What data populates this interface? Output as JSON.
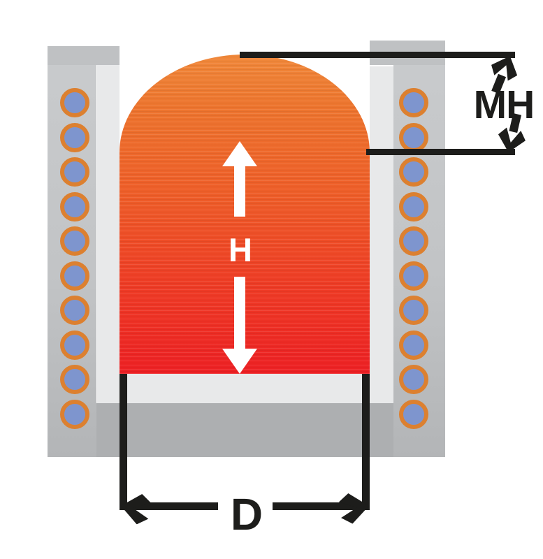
{
  "diagram": {
    "description": "Cross-section of a coreless induction furnace showing the molten metal bath with meniscus",
    "labels": {
      "meniscus_height": "MH",
      "bath_height": "H",
      "bath_diameter": "D"
    },
    "coil": {
      "turns_per_side": 10,
      "sides": [
        "left",
        "right"
      ]
    },
    "colors": {
      "melt_gradient_top": "#f0883a",
      "melt_gradient_mid": "#ee5c28",
      "melt_gradient_bottom": "#ed2024",
      "coil_ring": "#dc8030",
      "coil_core": "#7e95ce",
      "furnace_wall": "#c4c6c8",
      "furnace_cap": "#bfc1c3",
      "crucible_lining": "#e8e9ea",
      "furnace_base": "#adafb1",
      "dimension_lines": "#1d1d1b",
      "height_annotation": "#ffffff",
      "background": "#ffffff"
    }
  }
}
